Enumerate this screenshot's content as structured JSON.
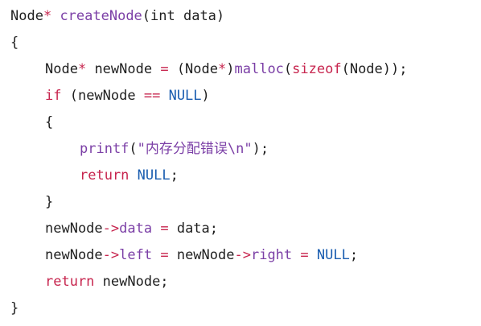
{
  "editor": {
    "lines": [
      {
        "indent": 0,
        "tokens": [
          {
            "t": "Node",
            "c": "plain"
          },
          {
            "t": "* ",
            "c": "kw"
          },
          {
            "t": "createNode",
            "c": "purple"
          },
          {
            "t": "(int data)",
            "c": "plain"
          }
        ]
      },
      {
        "indent": 0,
        "tokens": [
          {
            "t": "{",
            "c": "plain"
          }
        ]
      },
      {
        "indent": 1,
        "tokens": [
          {
            "t": "Node",
            "c": "plain"
          },
          {
            "t": "*",
            "c": "kw"
          },
          {
            "t": " newNode ",
            "c": "plain"
          },
          {
            "t": "=",
            "c": "kw"
          },
          {
            "t": " (Node",
            "c": "plain"
          },
          {
            "t": "*",
            "c": "kw"
          },
          {
            "t": ")",
            "c": "plain"
          },
          {
            "t": "malloc",
            "c": "purple"
          },
          {
            "t": "(",
            "c": "plain"
          },
          {
            "t": "sizeof",
            "c": "kw"
          },
          {
            "t": "(Node));",
            "c": "plain"
          }
        ]
      },
      {
        "indent": 1,
        "tokens": [
          {
            "t": "if",
            "c": "kw"
          },
          {
            "t": " (newNode ",
            "c": "plain"
          },
          {
            "t": "==",
            "c": "kw"
          },
          {
            "t": " ",
            "c": "plain"
          },
          {
            "t": "NULL",
            "c": "blue"
          },
          {
            "t": ")",
            "c": "plain"
          }
        ]
      },
      {
        "indent": 1,
        "tokens": [
          {
            "t": "{",
            "c": "plain"
          }
        ]
      },
      {
        "indent": 2,
        "tokens": [
          {
            "t": "printf",
            "c": "purple"
          },
          {
            "t": "(",
            "c": "plain"
          },
          {
            "t": "\"",
            "c": "str"
          },
          {
            "t": "内存分配错误",
            "c": "cjk"
          },
          {
            "t": "\\n\"",
            "c": "str"
          },
          {
            "t": ");",
            "c": "plain"
          }
        ]
      },
      {
        "indent": 2,
        "tokens": [
          {
            "t": "return",
            "c": "kw"
          },
          {
            "t": " ",
            "c": "plain"
          },
          {
            "t": "NULL",
            "c": "blue"
          },
          {
            "t": ";",
            "c": "plain"
          }
        ]
      },
      {
        "indent": 1,
        "tokens": [
          {
            "t": "}",
            "c": "plain"
          }
        ]
      },
      {
        "indent": 1,
        "tokens": [
          {
            "t": "newNode",
            "c": "plain"
          },
          {
            "t": "->",
            "c": "kw"
          },
          {
            "t": "data",
            "c": "purple"
          },
          {
            "t": " ",
            "c": "plain"
          },
          {
            "t": "=",
            "c": "kw"
          },
          {
            "t": " data;",
            "c": "plain"
          }
        ]
      },
      {
        "indent": 1,
        "tokens": [
          {
            "t": "newNode",
            "c": "plain"
          },
          {
            "t": "->",
            "c": "kw"
          },
          {
            "t": "left",
            "c": "purple"
          },
          {
            "t": " ",
            "c": "plain"
          },
          {
            "t": "=",
            "c": "kw"
          },
          {
            "t": " newNode",
            "c": "plain"
          },
          {
            "t": "->",
            "c": "kw"
          },
          {
            "t": "right",
            "c": "purple"
          },
          {
            "t": " ",
            "c": "plain"
          },
          {
            "t": "=",
            "c": "kw"
          },
          {
            "t": " ",
            "c": "plain"
          },
          {
            "t": "NULL",
            "c": "blue"
          },
          {
            "t": ";",
            "c": "plain"
          }
        ]
      },
      {
        "indent": 1,
        "tokens": [
          {
            "t": "return",
            "c": "kw"
          },
          {
            "t": " newNode;",
            "c": "plain"
          }
        ]
      },
      {
        "indent": 0,
        "tokens": [
          {
            "t": "}",
            "c": "plain"
          }
        ]
      }
    ]
  }
}
